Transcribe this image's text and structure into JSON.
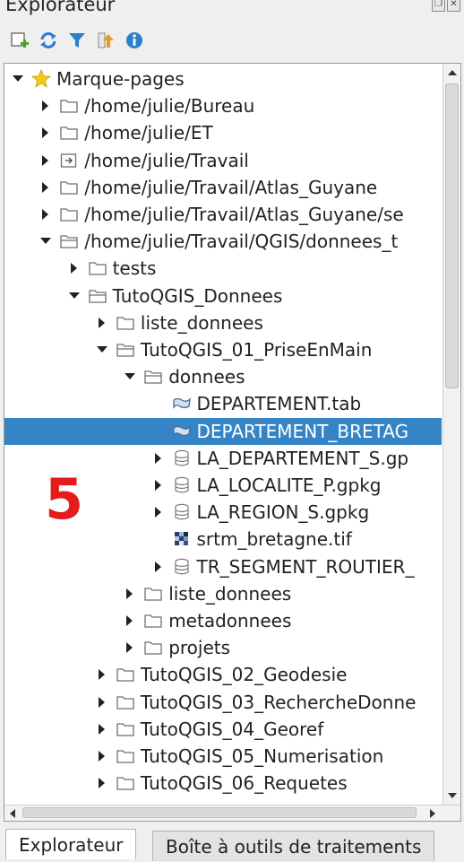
{
  "panel": {
    "title": "Explorateur"
  },
  "toolbar": [
    {
      "name": "add-layer-icon"
    },
    {
      "name": "refresh-icon"
    },
    {
      "name": "filter-icon"
    },
    {
      "name": "collapse-all-icon"
    },
    {
      "name": "info-icon"
    }
  ],
  "tree": [
    {
      "depth": 0,
      "arrow": "down",
      "icon": "star",
      "label": "Marque-pages"
    },
    {
      "depth": 1,
      "arrow": "right",
      "icon": "folder",
      "label": "/home/julie/Bureau"
    },
    {
      "depth": 1,
      "arrow": "right",
      "icon": "folder",
      "label": "/home/julie/ET"
    },
    {
      "depth": 1,
      "arrow": "right",
      "icon": "linkfolder",
      "label": "/home/julie/Travail"
    },
    {
      "depth": 1,
      "arrow": "right",
      "icon": "folder",
      "label": "/home/julie/Travail/Atlas_Guyane"
    },
    {
      "depth": 1,
      "arrow": "right",
      "icon": "folder",
      "label": "/home/julie/Travail/Atlas_Guyane/se"
    },
    {
      "depth": 1,
      "arrow": "down",
      "icon": "folderopen",
      "label": "/home/julie/Travail/QGIS/donnees_t"
    },
    {
      "depth": 2,
      "arrow": "right",
      "icon": "folder",
      "label": "tests"
    },
    {
      "depth": 2,
      "arrow": "down",
      "icon": "folderopen",
      "label": "TutoQGIS_Donnees"
    },
    {
      "depth": 3,
      "arrow": "right",
      "icon": "folder",
      "label": "liste_donnees"
    },
    {
      "depth": 3,
      "arrow": "down",
      "icon": "folderopen",
      "label": "TutoQGIS_01_PriseEnMain"
    },
    {
      "depth": 4,
      "arrow": "down",
      "icon": "folderopen",
      "label": "donnees"
    },
    {
      "depth": 5,
      "arrow": "none",
      "icon": "polygon",
      "label": "DEPARTEMENT.tab"
    },
    {
      "depth": 5,
      "arrow": "none",
      "icon": "polygon",
      "label": "DEPARTEMENT_BRETAG",
      "selected": true
    },
    {
      "depth": 5,
      "arrow": "right",
      "icon": "database",
      "label": "LA_DEPARTEMENT_S.gp"
    },
    {
      "depth": 5,
      "arrow": "right",
      "icon": "database",
      "label": "LA_LOCALITE_P.gpkg"
    },
    {
      "depth": 5,
      "arrow": "right",
      "icon": "database",
      "label": "LA_REGION_S.gpkg"
    },
    {
      "depth": 5,
      "arrow": "none",
      "icon": "raster",
      "label": "srtm_bretagne.tif"
    },
    {
      "depth": 5,
      "arrow": "right",
      "icon": "database",
      "label": "TR_SEGMENT_ROUTIER_"
    },
    {
      "depth": 4,
      "arrow": "right",
      "icon": "folder",
      "label": "liste_donnees"
    },
    {
      "depth": 4,
      "arrow": "right",
      "icon": "folder",
      "label": "metadonnees"
    },
    {
      "depth": 4,
      "arrow": "right",
      "icon": "folder",
      "label": "projets"
    },
    {
      "depth": 3,
      "arrow": "right",
      "icon": "folder",
      "label": "TutoQGIS_02_Geodesie"
    },
    {
      "depth": 3,
      "arrow": "right",
      "icon": "folder",
      "label": "TutoQGIS_03_RechercheDonne"
    },
    {
      "depth": 3,
      "arrow": "right",
      "icon": "folder",
      "label": "TutoQGIS_04_Georef"
    },
    {
      "depth": 3,
      "arrow": "right",
      "icon": "folder",
      "label": "TutoQGIS_05_Numerisation"
    },
    {
      "depth": 3,
      "arrow": "right",
      "icon": "folder",
      "label": "TutoQGIS_06_Requetes"
    }
  ],
  "annotation": "5",
  "tabs": [
    {
      "label": "Explorateur",
      "active": true
    },
    {
      "label": "Boîte à outils de traitements",
      "active": false
    }
  ],
  "colors": {
    "selection": "#3584c6",
    "annotation": "#e41c1c",
    "star": "#f4c91e"
  }
}
